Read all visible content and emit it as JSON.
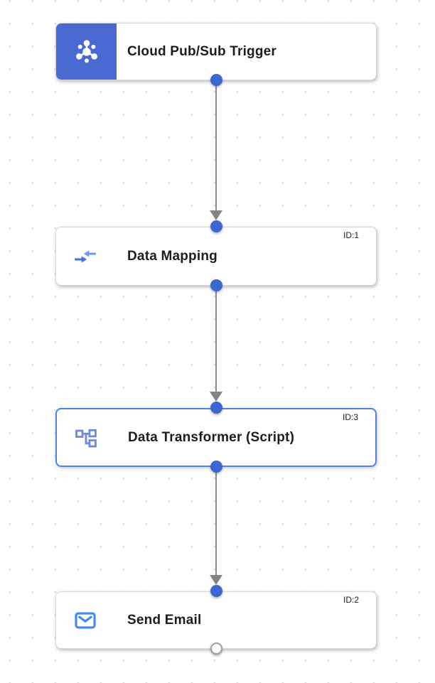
{
  "app": {
    "view": "integration-workflow-canvas"
  },
  "nodes": [
    {
      "title": "Cloud Pub/Sub Trigger",
      "node_id": "",
      "kind": "trigger",
      "icon": "cloud-pubsub-icon",
      "selected": false
    },
    {
      "title": "Data Mapping",
      "node_id": "ID:1",
      "kind": "task",
      "icon": "data-mapping-icon",
      "selected": false
    },
    {
      "title": "Data Transformer (Script)",
      "node_id": "ID:3",
      "kind": "task",
      "icon": "data-transformer-icon",
      "selected": true
    },
    {
      "title": "Send Email",
      "node_id": "ID:2",
      "kind": "task",
      "icon": "send-email-icon",
      "selected": false
    }
  ],
  "edges": [
    {
      "from": "Cloud Pub/Sub Trigger",
      "to": "Data Mapping",
      "style": "arrow-down"
    },
    {
      "from": "Data Mapping",
      "to": "Data Transformer (Script)",
      "style": "arrow-down"
    },
    {
      "from": "Data Transformer (Script)",
      "to": "Send Email",
      "style": "arrow-down"
    }
  ],
  "ports": {
    "connected_color": "#3d66d0",
    "unconnected_terminal": "open-white-circle"
  },
  "colors": {
    "trigger_block_blue": "#4a6ad2",
    "connector_dot_blue": "#3d66d0",
    "edge_gray": "#898d92",
    "arrowhead_gray": "#7f8488",
    "selected_border_blue": "#4f82e8",
    "card_border": "#d6d8db",
    "title_text": "#1c1d1f",
    "id_text": "#202124",
    "grid_dot": "#d8dadd",
    "canvas_bg": "#ffffff",
    "icon_blue": "#4285f4",
    "transformer_icon_blue": "#7589d9",
    "mapping_arrow_dark": "#3c78e8",
    "mapping_arrow_light": "#6d9cf0"
  }
}
